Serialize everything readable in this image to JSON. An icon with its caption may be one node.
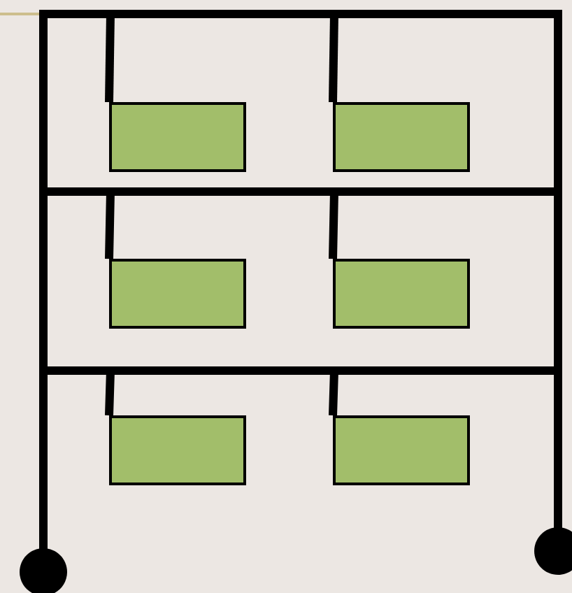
{
  "diagram": {
    "nodes": [
      {
        "text": [],
        "shape": "box"
      },
      {
        "text": [],
        "shape": "box"
      },
      {
        "text": [],
        "shape": "box"
      },
      {
        "text": [],
        "shape": "box"
      },
      {
        "text": [],
        "shape": "box"
      },
      {
        "text": [],
        "shape": "box"
      },
      {
        "text": [],
        "shape": "circle"
      },
      {
        "text": [],
        "shape": "circle"
      }
    ],
    "edges": [
      {
        "from": null,
        "to": 0,
        "arrow": "none"
      },
      {
        "from": null,
        "to": 1,
        "arrow": "none"
      },
      {
        "from": null,
        "to": 2,
        "arrow": "none"
      },
      {
        "from": null,
        "to": 3,
        "arrow": "none"
      },
      {
        "from": null,
        "to": 4,
        "arrow": "none"
      },
      {
        "from": null,
        "to": 5,
        "arrow": "none"
      },
      {
        "from": null,
        "to": 6,
        "arrow": "none"
      },
      {
        "from": null,
        "to": 7,
        "arrow": "none"
      }
    ]
  }
}
